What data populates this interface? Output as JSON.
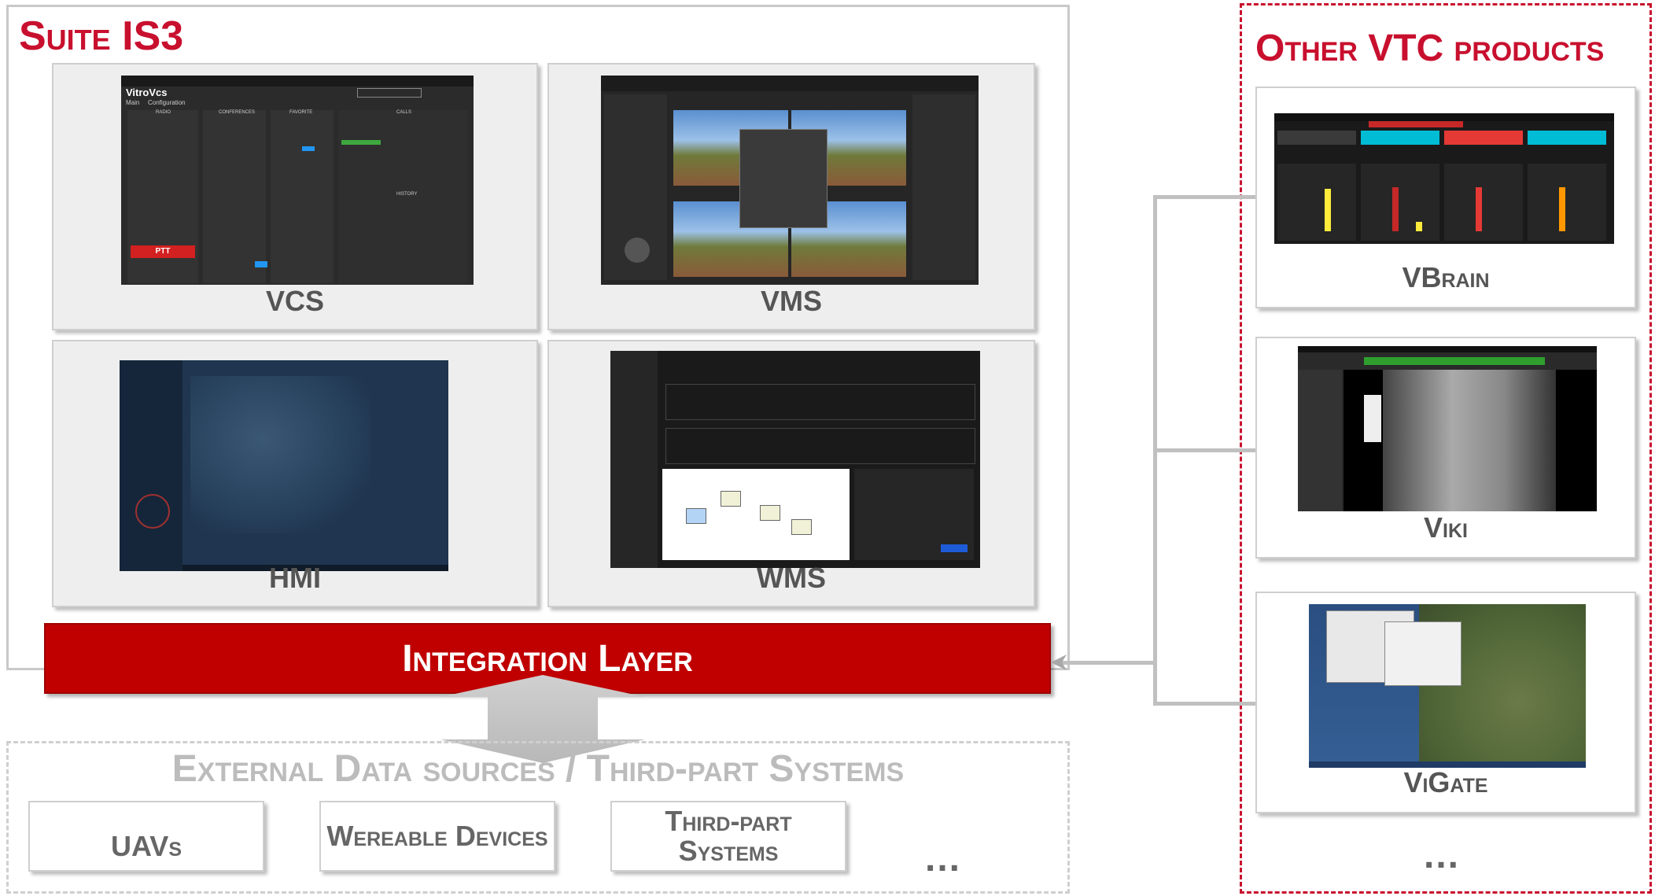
{
  "suite": {
    "title": "Suite IS3",
    "panels": [
      {
        "label": "VCS"
      },
      {
        "label": "VMS"
      },
      {
        "label": "HMI"
      },
      {
        "label": "WMS"
      }
    ]
  },
  "integration_layer": {
    "label": "Integration Layer"
  },
  "external": {
    "title": "External Data sources / Third-part Systems",
    "items": [
      "UAVs",
      "Wereable Devices",
      "Third-part Systems"
    ],
    "ellipsis": "..."
  },
  "other": {
    "title": "Other VTC products",
    "items": [
      {
        "label": "VBrain"
      },
      {
        "label": "Viki"
      },
      {
        "label": "ViGate"
      }
    ],
    "ellipsis": "..."
  },
  "vcs_screen": {
    "logo": "VitroVcs",
    "tab_main": "Main",
    "tab_config": "Configuration",
    "col_radio": "RADIO",
    "col_conferences": "CONFERENCES",
    "col_favorite": "FAVORITE",
    "col_calls": "CALLS",
    "history": "HISTORY",
    "ptt": "PTT"
  },
  "colors": {
    "brand_red": "#c8102e",
    "integration_red": "#c00000",
    "gray_text": "#555555"
  }
}
